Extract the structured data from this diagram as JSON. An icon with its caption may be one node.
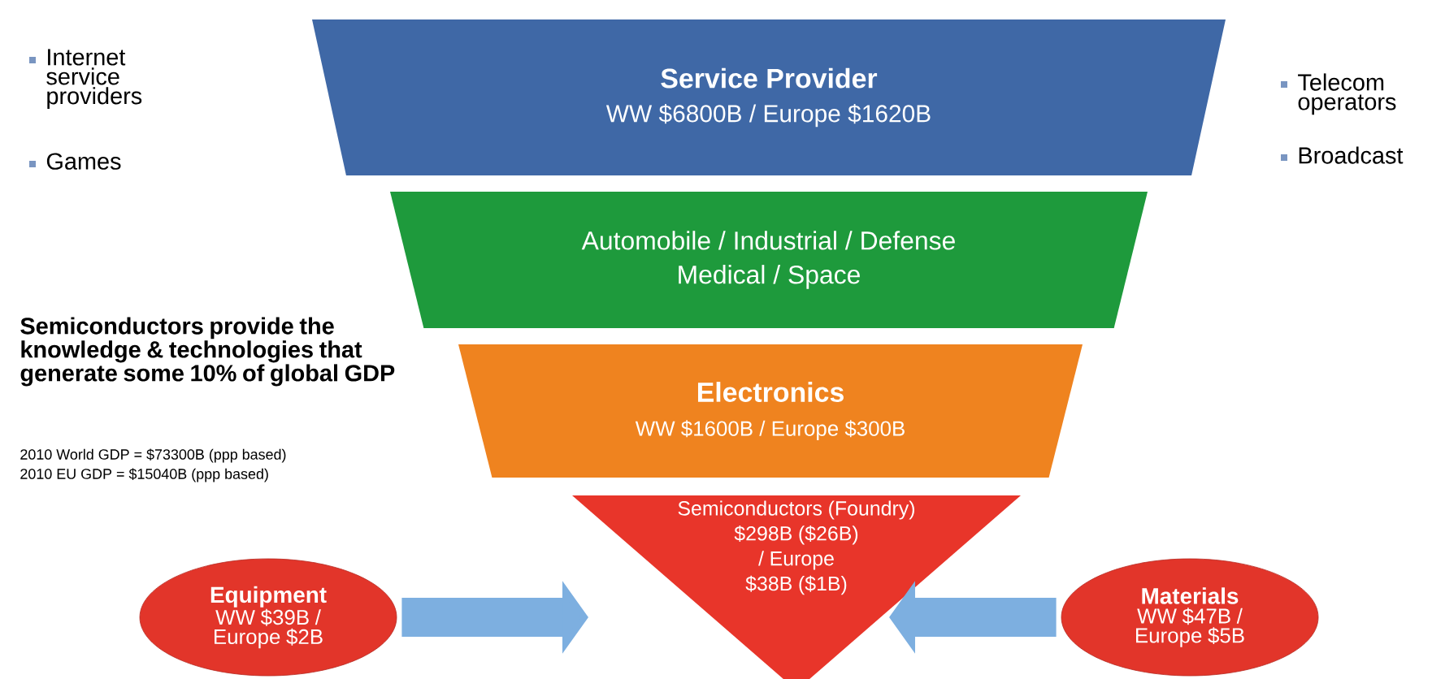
{
  "diagram": {
    "nodes": [
      {
        "text": [
          "Service Provider",
          "WW $6800B / Europe $1620B"
        ]
      },
      {
        "text": [
          "Automobile / Industrial / Defense",
          "Medical / Space"
        ]
      },
      {
        "text": [
          "Electronics",
          "WW $1600B / Europe $300B"
        ]
      },
      {
        "text": [
          "Semiconductors (Foundry) $298B ($26B) / Europe $38B ($1B)"
        ]
      },
      {
        "text": [
          "Equipment",
          "WW $39B / Europe $2B"
        ]
      },
      {
        "text": [
          "Materials",
          "WW $47B / Europe $5B"
        ]
      }
    ],
    "edges": [
      {
        "from": 4,
        "to": 3,
        "arrow": "to"
      },
      {
        "from": 5,
        "to": 3,
        "arrow": "to"
      }
    ],
    "labels": [
      "Internet service providers",
      "Games",
      "Telecom operators",
      "Broadcast",
      "Semiconductors provide the knowledge & technologies that generate some 10% of global GDP",
      "2010 World GDP = $73300B (ppp based)",
      "2010 EU GDP = $15040B (ppp based)"
    ]
  }
}
